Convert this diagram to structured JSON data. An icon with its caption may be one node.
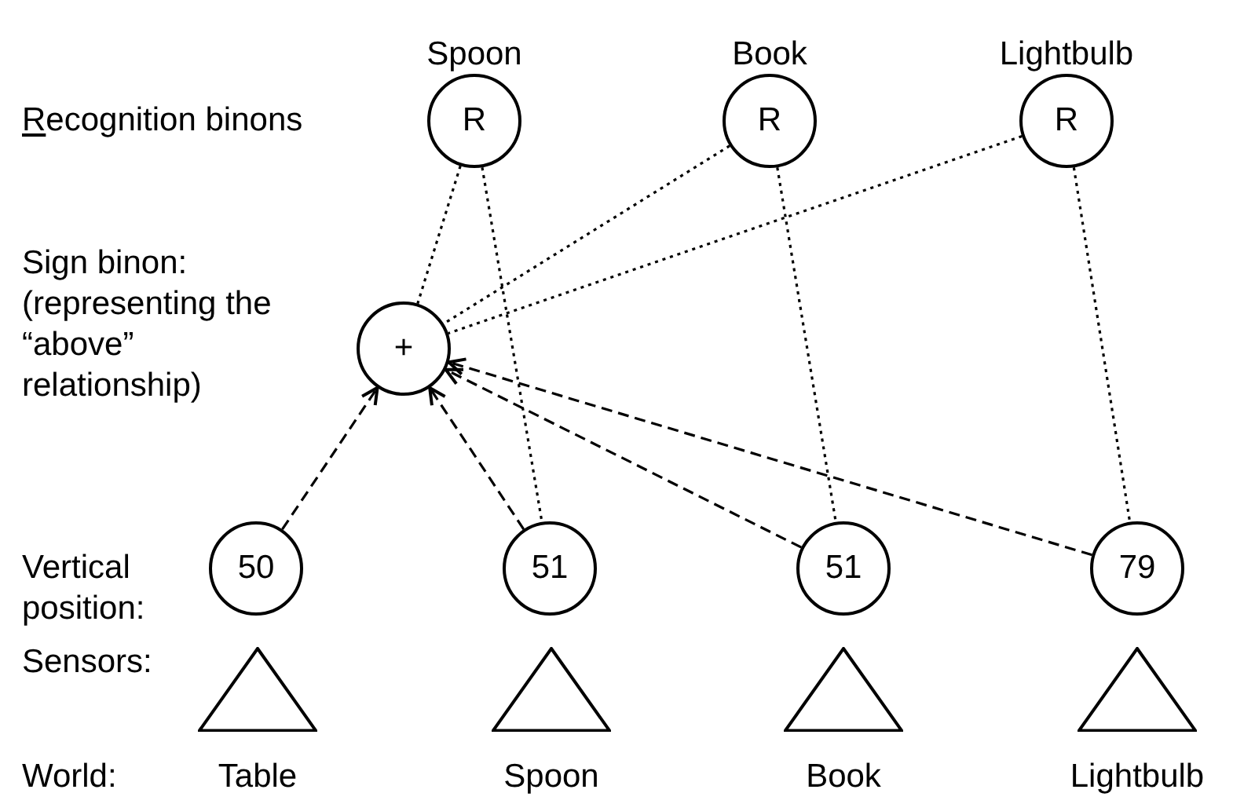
{
  "diagram": {
    "nodes": [
      {
        "text": [
          "R"
        ],
        "beside": [
          "Spoon"
        ]
      },
      {
        "text": [
          "R"
        ],
        "beside": [
          "Book"
        ]
      },
      {
        "text": [
          "R"
        ],
        "beside": [
          "Lightbulb"
        ]
      },
      {
        "text": [
          "+"
        ]
      },
      {
        "text": [
          "50"
        ]
      },
      {
        "text": [
          "51"
        ]
      },
      {
        "text": [
          "51"
        ]
      },
      {
        "text": [
          "79"
        ]
      },
      {
        "text": [],
        "shape": "triangle",
        "beside": [
          "Table"
        ]
      },
      {
        "text": [],
        "shape": "triangle",
        "beside": [
          "Spoon"
        ]
      },
      {
        "text": [],
        "shape": "triangle",
        "beside": [
          "Book"
        ]
      },
      {
        "text": [],
        "shape": "triangle",
        "beside": [
          "Lightbulb"
        ]
      }
    ],
    "edges": [
      {
        "from": 0,
        "to": 3,
        "arrow": "none"
      },
      {
        "from": 0,
        "to": 5,
        "arrow": "none"
      },
      {
        "from": 1,
        "to": 3,
        "arrow": "none"
      },
      {
        "from": 1,
        "to": 6,
        "arrow": "none"
      },
      {
        "from": 2,
        "to": 3,
        "arrow": "none"
      },
      {
        "from": 2,
        "to": 7,
        "arrow": "none"
      },
      {
        "from": 4,
        "to": 3,
        "arrow": "to",
        "style": "dashed"
      },
      {
        "from": 5,
        "to": 3,
        "arrow": "to",
        "style": "dashed"
      },
      {
        "from": 6,
        "to": 3,
        "arrow": "to",
        "style": "dashed"
      },
      {
        "from": 7,
        "to": 3,
        "arrow": "to",
        "style": "dashed"
      }
    ],
    "labels": [
      "Recognition binons",
      "Sign binon: (representing the “above” relationship)",
      "Vertical position:",
      "Sensors:",
      "World:"
    ]
  }
}
